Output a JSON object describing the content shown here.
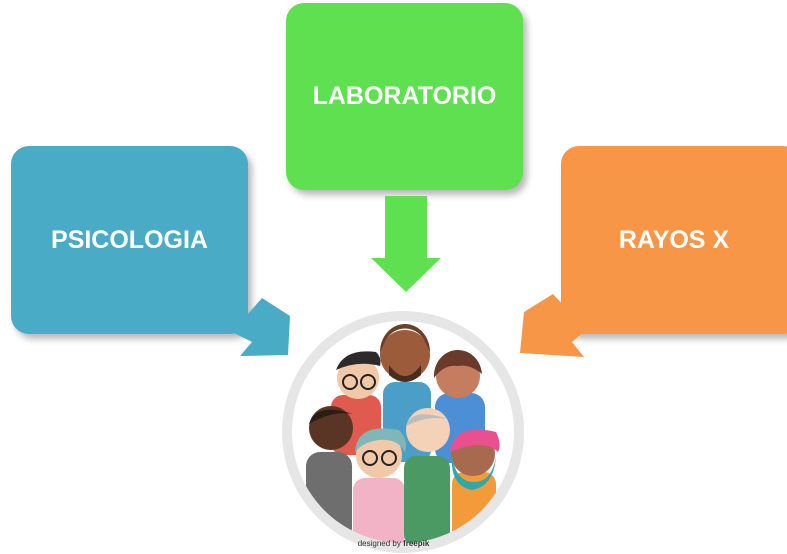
{
  "boxes": {
    "psicologia": "PSICOLOGIA",
    "laboratorio": "LABORATORIO",
    "rayos_x": "RAYOS X"
  },
  "credit": {
    "prefix": "designed by",
    "brand": "freepik"
  },
  "colors": {
    "psicologia": "#4aabc6",
    "laboratorio": "#5fe050",
    "rayos_x": "#f79646",
    "circle_ring": "#e3e3e3"
  },
  "icons": [
    "people-group-illustration",
    "arrow-down-icon",
    "arrow-diagonal-icon"
  ]
}
